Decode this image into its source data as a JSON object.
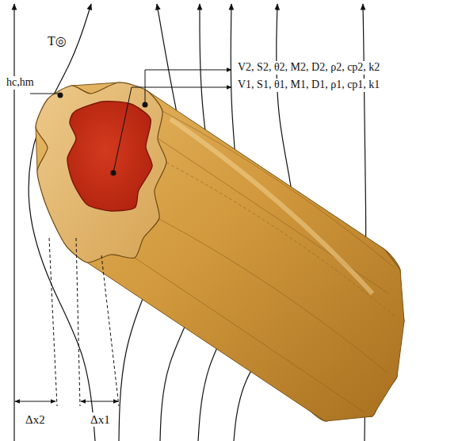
{
  "diagram": {
    "labels": [
      "T◎",
      "hc,hm",
      "V2, S2, θ2, M2, D2, ρ2, cp2, k2",
      "V1, S1, θ1, M1, D1, ρ1, cp1, k1",
      "Δx2",
      "Δx1"
    ]
  }
}
